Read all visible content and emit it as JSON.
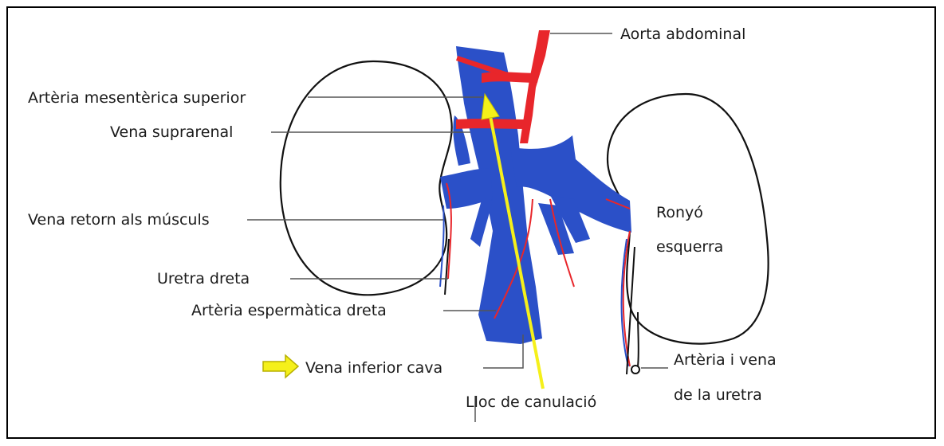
{
  "labels": {
    "aorta": "Aorta abdominal",
    "mesenteric_artery": "Artèria mesentèrica superior",
    "suprarenal_vein": "Vena suprarenal",
    "muscle_vein": "Vena retorn als músculs",
    "left_kidney_line1": "Ronyó",
    "left_kidney_line2": "esquerra",
    "right_ureter": "Uretra dreta",
    "spermatic_artery": "Artèria espermàtica dreta",
    "vena_cava": "Vena inferior cava",
    "ureter_vessels_line1": "Artèria i vena",
    "ureter_vessels_line2": "de la uretra",
    "cannulation_site": "Lloc de canulació"
  },
  "colors": {
    "vein": "#2b50c8",
    "artery": "#e8262b",
    "cannulation_arrow": "#f5f01a",
    "outline": "#111111",
    "leader_line": "#555555"
  }
}
